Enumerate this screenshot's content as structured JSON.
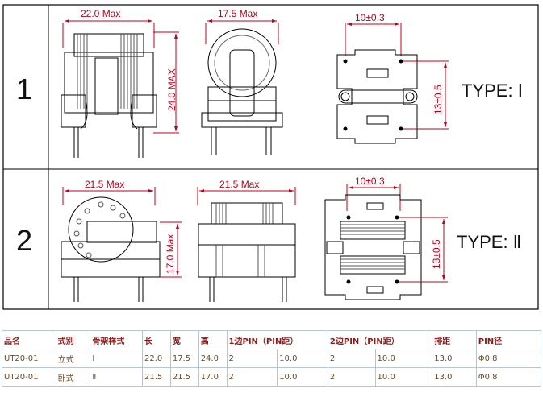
{
  "rows": [
    {
      "number": "1",
      "type_label": "TYPE: Ⅰ",
      "dims": {
        "front_width": "22.0 Max",
        "front_height": "24.0 MAX",
        "side_width": "17.5 Max",
        "pin_spacing_h": "10±0.3",
        "pin_spacing_v": "13±0.5"
      }
    },
    {
      "number": "2",
      "type_label": "TYPE: Ⅱ",
      "dims": {
        "front_width": "21.5 Max",
        "front_height": "17.0 Max",
        "side_width": "21.5 Max",
        "pin_spacing_h": "10±0.3",
        "pin_spacing_v": "13±0.5"
      }
    }
  ],
  "table": {
    "headers": [
      "品名",
      "式别",
      "骨架样式",
      "长",
      "宽",
      "高",
      "1边PIN（PIN距）",
      "",
      "2边PIN（PIN距）",
      "",
      "排距",
      "PIN径"
    ],
    "rows": [
      [
        "UT20-01",
        "立式",
        "Ⅰ",
        "22.0",
        "17.5",
        "24.0",
        "2",
        "10.0",
        "2",
        "10.0",
        "13.0",
        "Φ0.8"
      ],
      [
        "UT20-01",
        "卧式",
        "Ⅱ",
        "21.5",
        "21.5",
        "17.0",
        "2",
        "10.0",
        "2",
        "10.0",
        "13.0",
        "Φ0.8"
      ]
    ]
  }
}
